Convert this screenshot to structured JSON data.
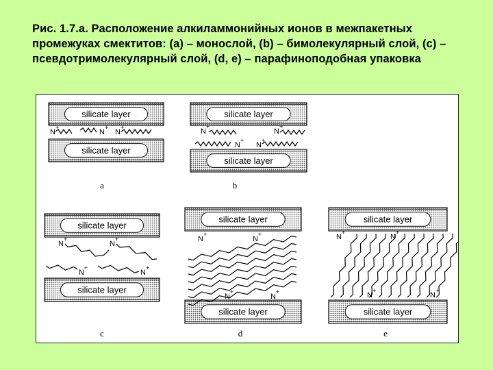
{
  "caption": "Рис. 1.7.а. Расположение алкиламмонийных ионов в межпакетных промежуках смектитов: (а) – монослой, (b) – бимолекулярный слой, (с) – псевдотримолекулярный слой, (d, e) – парафиноподобная упаковка",
  "figure": {
    "layer_label": "silicate layer",
    "nitrogen_label": "N",
    "charge_label": "+",
    "panels": [
      {
        "id": "a",
        "label": "a"
      },
      {
        "id": "b",
        "label": "b"
      },
      {
        "id": "c",
        "label": "c"
      },
      {
        "id": "d",
        "label": "d"
      },
      {
        "id": "e",
        "label": "e"
      }
    ]
  }
}
